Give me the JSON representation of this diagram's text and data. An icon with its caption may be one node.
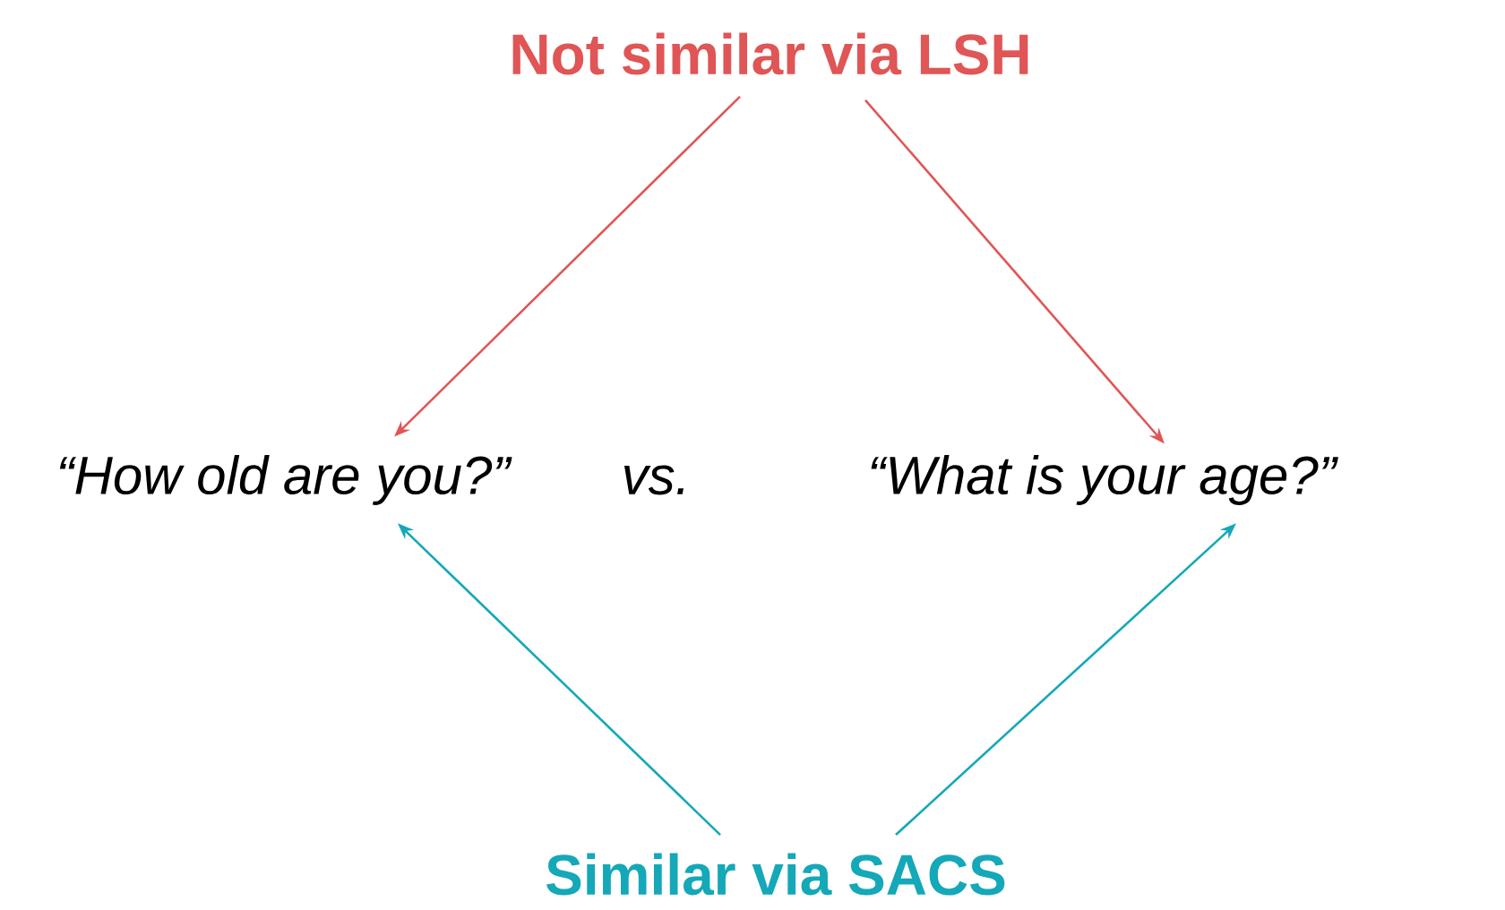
{
  "diagram": {
    "nodes": [
      {
        "text": [
          "Not similar via LSH"
        ]
      },
      {
        "text": [
          "“How old are you?”"
        ]
      },
      {
        "text": [
          "“What is your age?”"
        ]
      },
      {
        "text": [
          "Similar via SACS"
        ]
      }
    ],
    "edges": [
      {
        "from": 0,
        "to": 1,
        "arrow": "to",
        "color": "#e05555"
      },
      {
        "from": 0,
        "to": 2,
        "arrow": "to",
        "color": "#e05555"
      },
      {
        "from": 3,
        "to": 1,
        "arrow": "to",
        "color": "#14a8b8"
      },
      {
        "from": 3,
        "to": 2,
        "arrow": "to",
        "color": "#14a8b8"
      }
    ],
    "labels": [
      "vs."
    ]
  }
}
